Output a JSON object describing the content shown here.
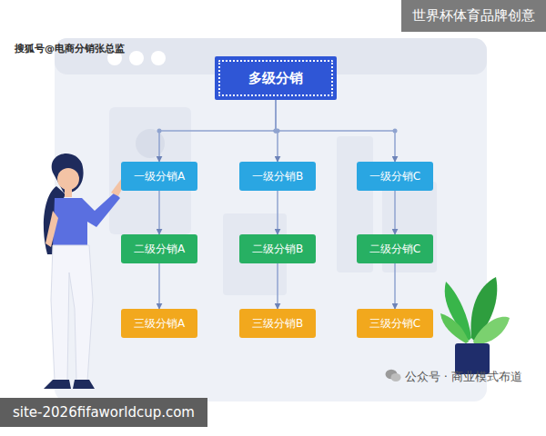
{
  "diagram": {
    "nodes": [
      {
        "text": [
          "多级分销"
        ]
      },
      {
        "text": [
          "一级分销A"
        ]
      },
      {
        "text": [
          "一级分销B"
        ]
      },
      {
        "text": [
          "一级分销C"
        ]
      },
      {
        "text": [
          "二级分销A"
        ]
      },
      {
        "text": [
          "二级分销B"
        ]
      },
      {
        "text": [
          "二级分销C"
        ]
      },
      {
        "text": [
          "三级分销A"
        ]
      },
      {
        "text": [
          "三级分销B"
        ]
      },
      {
        "text": [
          "三级分销C"
        ]
      }
    ],
    "edges": [
      {
        "from": 0,
        "to": 1,
        "arrow": "to"
      },
      {
        "from": 0,
        "to": 2,
        "arrow": "to"
      },
      {
        "from": 0,
        "to": 3,
        "arrow": "to"
      },
      {
        "from": 1,
        "to": 4,
        "arrow": "to"
      },
      {
        "from": 2,
        "to": 5,
        "arrow": "to"
      },
      {
        "from": 3,
        "to": 6,
        "arrow": "to"
      },
      {
        "from": 4,
        "to": 7,
        "arrow": "to"
      },
      {
        "from": 5,
        "to": 8,
        "arrow": "to"
      },
      {
        "from": 6,
        "to": 9,
        "arrow": "to"
      }
    ],
    "labels": [
      "世界杯体育品牌创意",
      "搜狐号@电商分销张总监",
      "公众号 · 商业模式布道",
      "site-2026fifaworldcup.com"
    ]
  }
}
